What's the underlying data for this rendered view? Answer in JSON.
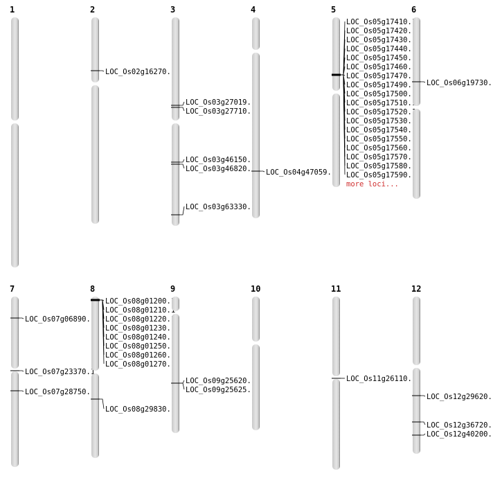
{
  "chromosomes": [
    {
      "name": "1",
      "loci": []
    },
    {
      "name": "2",
      "loci": [
        "LOC_Os02g16270.1"
      ]
    },
    {
      "name": "3",
      "loci": [
        "LOC_Os03g27019.1",
        "LOC_Os03g27710.1",
        "LOC_Os03g46150.1",
        "LOC_Os03g46820.1",
        "LOC_Os03g63330.1"
      ]
    },
    {
      "name": "4",
      "loci": [
        "LOC_Os04g47059.1"
      ]
    },
    {
      "name": "5",
      "loci": [
        "LOC_Os05g17410.1",
        "LOC_Os05g17420.1",
        "LOC_Os05g17430.1",
        "LOC_Os05g17440.1",
        "LOC_Os05g17450.1",
        "LOC_Os05g17460.1",
        "LOC_Os05g17470.1",
        "LOC_Os05g17490.1",
        "LOC_Os05g17500.1",
        "LOC_Os05g17510.1",
        "LOC_Os05g17520.1",
        "LOC_Os05g17530.1",
        "LOC_Os05g17540.1",
        "LOC_Os05g17550.1",
        "LOC_Os05g17560.1",
        "LOC_Os05g17570.1",
        "LOC_Os05g17580.1",
        "LOC_Os05g17590.1"
      ],
      "more": "more loci..."
    },
    {
      "name": "6",
      "loci": [
        "LOC_Os06g19730.1"
      ]
    },
    {
      "name": "7",
      "loci": [
        "LOC_Os07g06890.1",
        "LOC_Os07g23370.1",
        "LOC_Os07g28750.1"
      ]
    },
    {
      "name": "8",
      "loci": [
        "LOC_Os08g01200.1",
        "LOC_Os08g01210.1",
        "LOC_Os08g01220.1",
        "LOC_Os08g01230.1",
        "LOC_Os08g01240.1",
        "LOC_Os08g01250.1",
        "LOC_Os08g01260.1",
        "LOC_Os08g01270.1",
        "LOC_Os08g29830.1"
      ]
    },
    {
      "name": "9",
      "loci": [
        "LOC_Os09g25620.1",
        "LOC_Os09g25625.1"
      ]
    },
    {
      "name": "10",
      "loci": []
    },
    {
      "name": "11",
      "loci": [
        "LOC_Os11g26110.1"
      ]
    },
    {
      "name": "12",
      "loci": [
        "LOC_Os12g29620.1",
        "LOC_Os12g36720.1",
        "LOC_Os12g40200.1"
      ]
    }
  ],
  "colors": {
    "chromosome": "#d4d4d4",
    "outline": "#888888",
    "more": "#d03030"
  }
}
